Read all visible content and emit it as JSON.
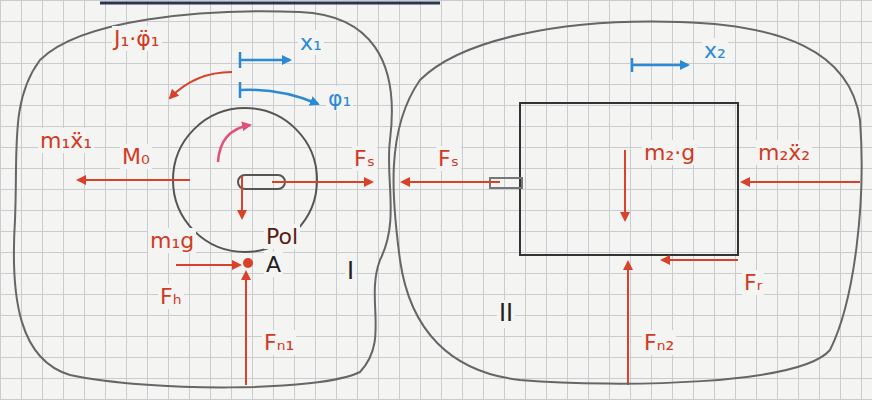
{
  "diagram": {
    "nodes": [
      {
        "text": [
          "I"
        ]
      },
      {
        "text": [
          "II"
        ]
      }
    ],
    "labels": [
      "J₁·φ̈₁",
      "x₁",
      "φ₁",
      "m₁ẍ₁",
      "M₀",
      "Fₛ",
      "Fₛ",
      "x₂",
      "m₂·g",
      "m₂ẍ₂",
      "m₁g",
      "Pol",
      "A",
      "Fₕ",
      "Fᵣ",
      "Fₙ₁",
      "Fₙ₂"
    ]
  }
}
